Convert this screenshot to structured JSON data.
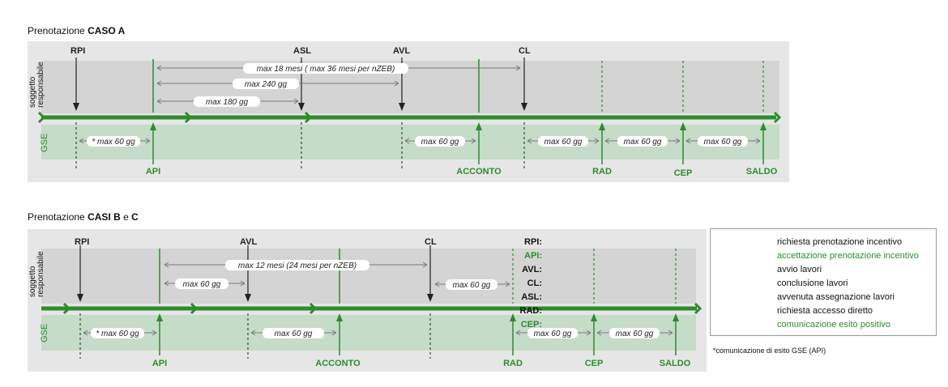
{
  "colors": {
    "green": "#2e8b2e",
    "panel": "#e6e6e6",
    "top_band": "#d4d4d4",
    "gse_band": "#c5dcc8",
    "dark": "#222222"
  },
  "caso_a": {
    "title_prefix": "Prenotazione ",
    "title_bold": "CASO A",
    "row_top_label_1": "soggetto",
    "row_top_label_2": "responsabile",
    "row_bottom_label": "GSE",
    "top_milestones": [
      "RPI",
      "ASL",
      "AVL",
      "CL"
    ],
    "bottom_milestones": [
      "API",
      "ACCONTO",
      "RAD",
      "CEP",
      "SALDO"
    ],
    "top_durations": [
      "max 18 mesi ( max 36 mesi per nZEB)",
      "max 240 gg",
      "max 180 gg"
    ],
    "bottom_durations": [
      "* max 60 gg",
      "max 60 gg",
      "max 60 gg",
      "max 60 gg",
      "max 60 gg"
    ]
  },
  "caso_bc": {
    "title_prefix": "Prenotazione ",
    "title_bold_1": "CASI B",
    "title_mid": " e ",
    "title_bold_2": "C",
    "row_top_label_1": "soggetto",
    "row_top_label_2": "responsabile",
    "row_bottom_label": "GSE",
    "top_milestones": [
      "RPI",
      "AVL",
      "CL"
    ],
    "bottom_milestones": [
      "API",
      "ACCONTO",
      "RAD",
      "CEP",
      "SALDO"
    ],
    "top_durations": [
      "max 12 mesi (24 mesi per nZEB)",
      "max 60 gg",
      "max 60 gg"
    ],
    "bottom_durations": [
      "* max 60 gg",
      "max 60 gg",
      "max 60 gg",
      "max 60 gg"
    ]
  },
  "legend": [
    {
      "key": "RPI:",
      "value": "richiesta prenotazione incentivo",
      "green": false
    },
    {
      "key": "API:",
      "value": "accettazione prenotazione incentivo",
      "green": true
    },
    {
      "key": "AVL:",
      "value": "avvio lavori",
      "green": false
    },
    {
      "key": "CL:",
      "value": "conclusione lavori",
      "green": false
    },
    {
      "key": "ASL:",
      "value": "avvenuta assegnazione lavori",
      "green": false
    },
    {
      "key": "RAD:",
      "value": "richiesta accesso diretto",
      "green": false
    },
    {
      "key": "CEP:",
      "value": "comunicazione esito positivo",
      "green": true
    }
  ],
  "footnote": "*comunicazione di esito GSE (API)"
}
